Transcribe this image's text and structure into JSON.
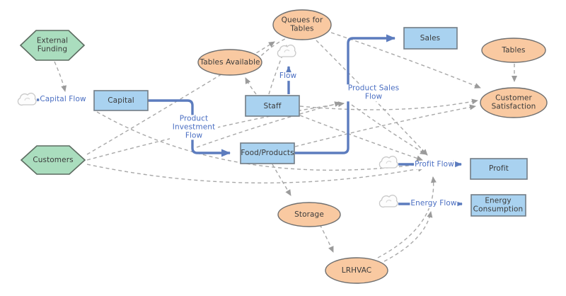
{
  "diagram": {
    "nodes": {
      "external_funding": {
        "label": "External Funding",
        "type": "source"
      },
      "customers": {
        "label": "Customers",
        "type": "source"
      },
      "capital": {
        "label": "Capital",
        "type": "stock"
      },
      "staff": {
        "label": "Staff",
        "type": "stock"
      },
      "food_products": {
        "label": "Food/Products",
        "type": "stock"
      },
      "sales": {
        "label": "Sales",
        "type": "stock"
      },
      "profit": {
        "label": "Profit",
        "type": "stock"
      },
      "energy_consumption": {
        "label": "Energy Consumption",
        "type": "stock"
      },
      "queues_for_tables": {
        "label": "Queues for Tables",
        "type": "auxiliary"
      },
      "tables_available": {
        "label": "Tables Available",
        "type": "auxiliary"
      },
      "tables": {
        "label": "Tables",
        "type": "auxiliary"
      },
      "customer_satisfaction": {
        "label": "Customer Satisfaction",
        "type": "auxiliary"
      },
      "storage": {
        "label": "Storage",
        "type": "auxiliary"
      },
      "lrhvac": {
        "label": "LRHVAC",
        "type": "auxiliary"
      }
    },
    "flows": {
      "capital_flow": {
        "label": "Capital Flow"
      },
      "product_investment_flow": {
        "label": "Product Investment Flow"
      },
      "staff_flow": {
        "label": "Flow"
      },
      "product_sales_flow": {
        "label": "Product Sales Flow"
      },
      "profit_flow": {
        "label": "Profit Flow"
      },
      "energy_flow": {
        "label": "Energy Flow"
      }
    },
    "influence_links": [
      {
        "from": "external_funding",
        "to": "capital_flow"
      },
      {
        "from": "customers",
        "to": "queues_for_tables"
      },
      {
        "from": "customers",
        "to": "product_sales_flow"
      },
      {
        "from": "customers",
        "to": "profit_flow"
      },
      {
        "from": "capital",
        "to": "profit_flow"
      },
      {
        "from": "staff",
        "to": "queues_for_tables"
      },
      {
        "from": "staff",
        "to": "tables_available"
      },
      {
        "from": "queues_for_tables",
        "to": "tables_available"
      },
      {
        "from": "queues_for_tables",
        "to": "customer_satisfaction"
      },
      {
        "from": "staff",
        "to": "customer_satisfaction"
      },
      {
        "from": "food_products",
        "to": "customer_satisfaction"
      },
      {
        "from": "product_investment_flow",
        "to": "product_sales_flow"
      },
      {
        "from": "queues_for_tables",
        "to": "profit_flow"
      },
      {
        "from": "product_sales_flow",
        "to": "profit_flow"
      },
      {
        "from": "staff",
        "to": "profit_flow"
      },
      {
        "from": "food_products",
        "to": "storage"
      },
      {
        "from": "storage",
        "to": "lrhvac"
      },
      {
        "from": "lrhvac",
        "to": "energy_flow"
      },
      {
        "from": "lrhvac",
        "to": "profit_flow"
      },
      {
        "from": "tables",
        "to": "customer_satisfaction"
      }
    ],
    "colors": {
      "stock_fill": "#a9d2f0",
      "auxiliary_fill": "#f9c9a1",
      "source_fill": "#aaddbe",
      "flow_line": "#5c7cbe",
      "flow_label_text": "#4a6ec2",
      "influence_line": "#a8a8a8",
      "shape_text": "#3b3b3b"
    }
  }
}
